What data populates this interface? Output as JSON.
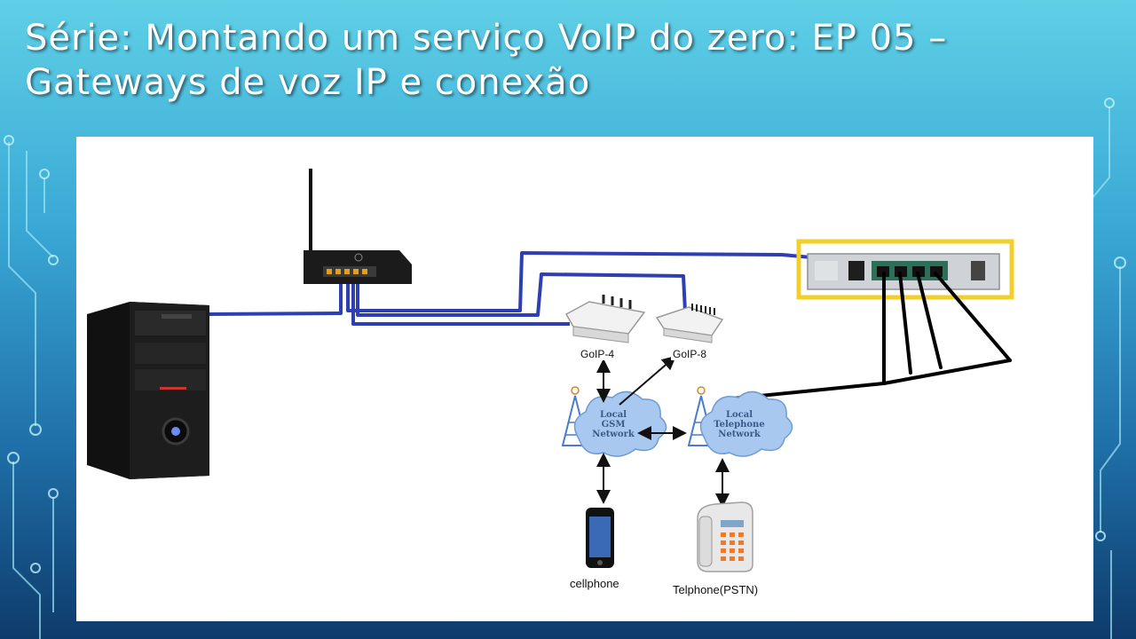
{
  "slide": {
    "title_line1": "Série: Montando um serviço VoIP do zero: EP 05 –",
    "title_line2": "Gateways de voz IP e conexão"
  },
  "diagram": {
    "labels": {
      "goip4": "GoIP-4",
      "goip8": "GoIP-8",
      "cellphone": "cellphone",
      "telephone": "Telphone(PSTN)",
      "gsm_line1": "Local",
      "gsm_line2": "GSM",
      "gsm_line3": "Network",
      "tel_line1": "Local",
      "tel_line2": "Telephone",
      "tel_line3": "Network"
    },
    "colors": {
      "cable_blue": "#2e3fb3",
      "cable_black": "#000000",
      "highlight": "#f2cf2a"
    },
    "icons": [
      "computer-tower-icon",
      "wifi-router-icon",
      "goip-gateway-icon",
      "cell-tower-icon",
      "cellphone-icon",
      "desk-phone-icon",
      "voip-switch-icon"
    ]
  }
}
